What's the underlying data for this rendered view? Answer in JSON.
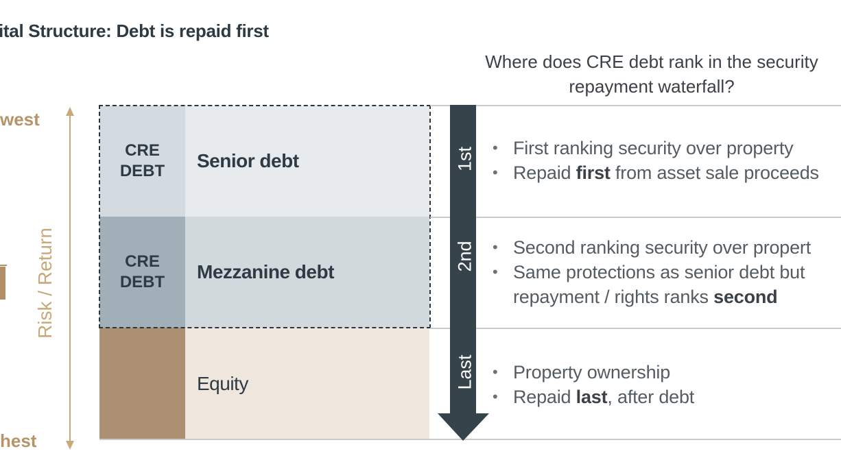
{
  "title": "ital Structure: Debt is repaid first",
  "question": "Where does CRE debt rank in the security repayment waterfall?",
  "axis": {
    "top_label": "west",
    "bottom_label": "hest",
    "label": "Risk / Return"
  },
  "tiers": [
    {
      "label": "CRE DEBT",
      "name": "Senior debt",
      "rank": "1st",
      "bullets": [
        {
          "before": "First ranking security over property",
          "bold": "",
          "after": ""
        },
        {
          "before": "Repaid ",
          "bold": "first",
          "after": " from asset sale proceeds"
        }
      ]
    },
    {
      "label": "CRE DEBT",
      "name": "Mezzanine debt",
      "rank": "2nd",
      "bullets": [
        {
          "before": "Second ranking security over propert",
          "bold": "",
          "after": ""
        },
        {
          "before": "Same protections as senior debt but",
          "bold": "",
          "after": ""
        }
      ],
      "continuation": {
        "before": "repayment / rights ranks ",
        "bold": "second"
      }
    },
    {
      "label": "",
      "name": "Equity",
      "rank": "Last",
      "bullets": [
        {
          "before": "Property ownership",
          "bold": "",
          "after": ""
        },
        {
          "before": "Repaid ",
          "bold": "last",
          "after": ", after debt"
        }
      ]
    }
  ],
  "colors": {
    "gold": "#b5946a",
    "senior_label_bg": "#d4dbe0",
    "senior_name_bg": "#e7ebee",
    "mezz_label_bg": "#a1b0b8",
    "mezz_name_bg": "#d2d9dd",
    "equity_label_bg": "#ab9172",
    "equity_name_bg": "#efe7dd",
    "arrow": "#37434a"
  }
}
